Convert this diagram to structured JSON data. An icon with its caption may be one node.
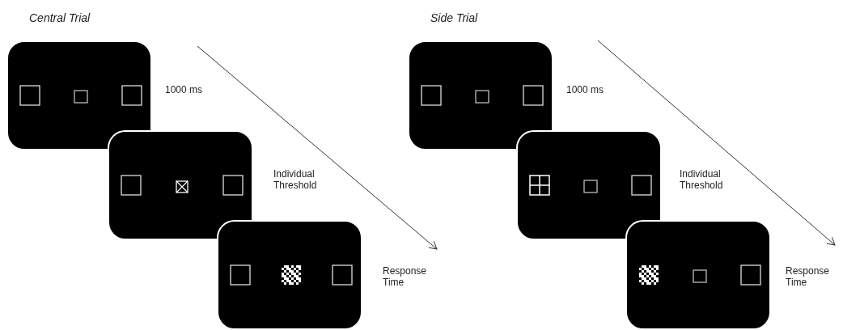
{
  "diagram": {
    "nodes": [
      {
        "text": [],
        "shape": "box",
        "beside": [
          "1000 ms"
        ]
      },
      {
        "text": [],
        "shape": "box",
        "beside": [
          "Individual Threshold"
        ]
      },
      {
        "text": [],
        "shape": "box",
        "beside": [
          "Response Time"
        ]
      },
      {
        "text": [],
        "shape": "box",
        "beside": [
          "1000 ms"
        ]
      },
      {
        "text": [],
        "shape": "box",
        "beside": [
          "Individual Threshold"
        ]
      },
      {
        "text": [],
        "shape": "box",
        "beside": [
          "Response Time"
        ]
      }
    ],
    "edges": [],
    "labels": [
      "Central Trial",
      "Side Trial"
    ]
  }
}
